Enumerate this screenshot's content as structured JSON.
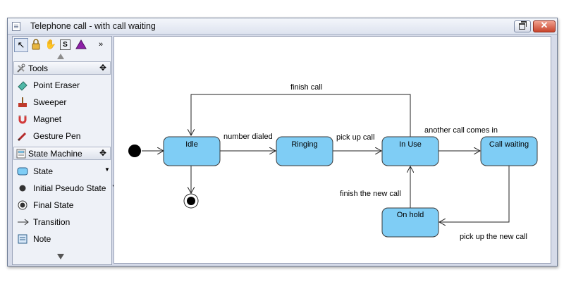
{
  "window": {
    "title": "Telephone call - with call waiting",
    "close_label": "✕"
  },
  "palette": {
    "toolbar": {
      "select": "↖",
      "lock": "🔒",
      "hand": "✋",
      "s_label": "S",
      "more": "»"
    },
    "groups": {
      "tools": "Tools",
      "state_machine": "State Machine"
    },
    "tools": [
      {
        "label": "Point Eraser"
      },
      {
        "label": "Sweeper"
      },
      {
        "label": "Magnet"
      },
      {
        "label": "Gesture Pen"
      }
    ],
    "state_machine_items": [
      {
        "label": "State"
      },
      {
        "label": "Initial Pseudo State"
      },
      {
        "label": "Final State"
      },
      {
        "label": "Transition"
      },
      {
        "label": "Note"
      }
    ]
  },
  "diagram": {
    "states": {
      "idle": "Idle",
      "ringing": "Ringing",
      "in_use": "In Use",
      "call_waiting": "Call waiting",
      "on_hold": "On hold"
    },
    "transitions": {
      "finish_call": "finish call",
      "number_dialed": "number dialed",
      "pick_up_call": "pick up call",
      "another_call_comes_in": "another call comes in",
      "finish_the_new_call": "finish the new call",
      "pick_up_the_new_call": "pick up the new call"
    }
  },
  "colors": {
    "state_fill": "#7fcdf5",
    "state_stroke": "#3a3a3a",
    "window_frame": "#d6dbe9"
  }
}
